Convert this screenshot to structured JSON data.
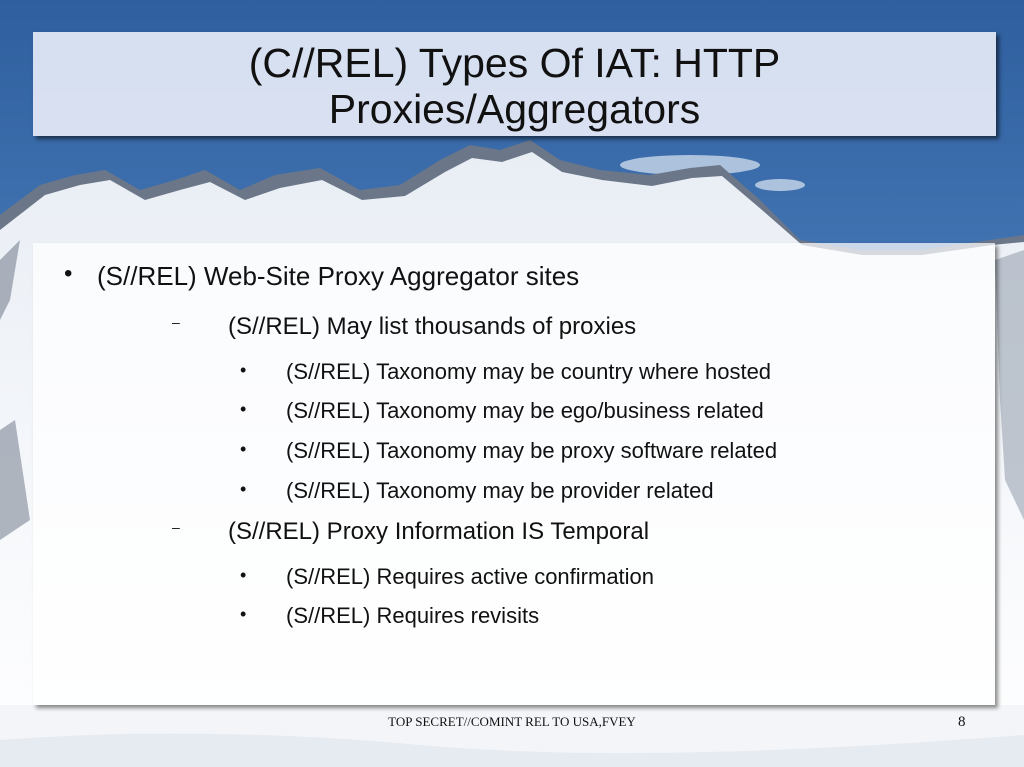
{
  "slide": {
    "title_line1": "(C//REL) Types Of IAT: HTTP",
    "title_line2": "Proxies/Aggregators",
    "bullet_symbol": "•",
    "dash_symbol": "–",
    "level1": "(S//REL) Web-Site Proxy Aggregator sites",
    "sub1": {
      "text": "(S//REL) May list thousands of proxies",
      "items": [
        "(S//REL) Taxonomy may be country where hosted",
        "(S//REL) Taxonomy may be ego/business related",
        "(S//REL) Taxonomy may be proxy software related",
        "(S//REL) Taxonomy may be provider related"
      ]
    },
    "sub2": {
      "text": "(S//REL) Proxy Information IS Temporal",
      "items": [
        "(S//REL) Requires active confirmation",
        "(S//REL) Requires revisits"
      ]
    },
    "footer": "TOP SECRET//COMINT REL TO USA,FVEY",
    "page_number": "8"
  }
}
